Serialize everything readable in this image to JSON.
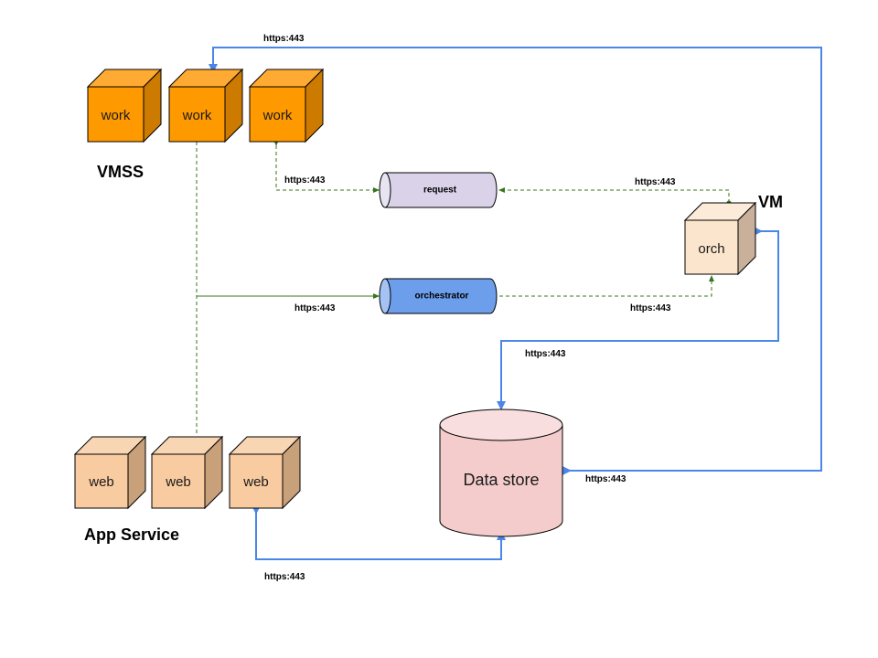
{
  "diagram": {
    "groups": {
      "vmss": "VMSS",
      "vm": "VM",
      "app_service": "App Service"
    },
    "nodes": {
      "work": [
        {
          "label": "work"
        },
        {
          "label": "work"
        },
        {
          "label": "work"
        }
      ],
      "web": [
        {
          "label": "web"
        },
        {
          "label": "web"
        },
        {
          "label": "web"
        }
      ],
      "orch": {
        "label": "orch"
      },
      "data_store": {
        "label": "Data store"
      },
      "queues": {
        "request": {
          "label": "request"
        },
        "orchestrator": {
          "label": "orchestrator"
        }
      }
    },
    "edge_labels": {
      "datastore_to_work": "https:443",
      "work_to_request": "https:443",
      "orch_to_request": "https:443",
      "work_to_orchestrator": "https:443",
      "orchestrator_to_orch": "https:443",
      "orch_to_datastore": "https:443",
      "datastore_right": "https:443",
      "web_to_datastore": "https:443"
    },
    "colors": {
      "work_front": "#FF9900",
      "work_top": "#FFAA33",
      "work_side": "#CC7A00",
      "web_front": "#F8CBA0",
      "web_top": "#F9D6B3",
      "web_side": "#C8A07A",
      "orch_front": "#FCE5CD",
      "orch_top": "#FDEBD9",
      "orch_side": "#C8B09A",
      "datastore_body": "#F4CCCC",
      "datastore_top": "#F8DEDE",
      "request_body": "#D9D2E9",
      "request_cap": "#E8E4F2",
      "orchestrator_body": "#6D9EEB",
      "orchestrator_cap": "#A4C2F4",
      "blue_edge": "#4A86E8",
      "green_edge": "#38761D"
    }
  }
}
